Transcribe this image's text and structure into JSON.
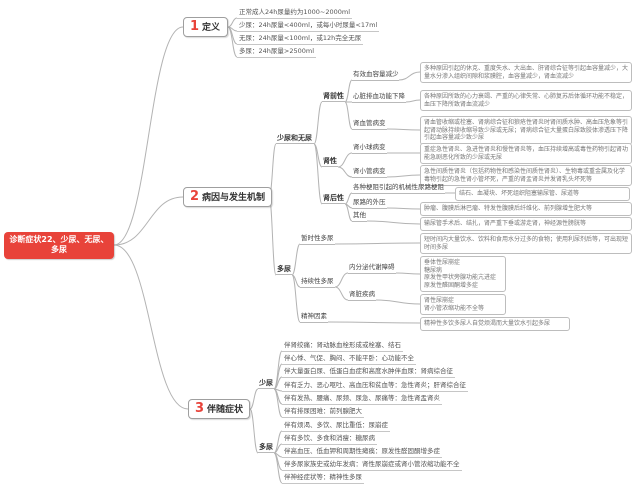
{
  "root": {
    "title": "诊断症状22、少尿、无尿、多尿"
  },
  "colors": {
    "root_bg": "#e8433a",
    "branch_number": "#e8433a",
    "connector_line": "#b3b3b3"
  },
  "branches": {
    "definition": {
      "num": "1",
      "label": "定义",
      "items": [
        "正常成人24h尿量约为1000~2000ml",
        "少尿：24h尿量<400ml，或每小时尿量<17ml",
        "无尿：24h尿量<100ml，或12h完全无尿",
        "多尿：24h尿量>2500ml"
      ]
    },
    "etiology": {
      "num": "2",
      "label": "病因与发生机制",
      "oliguria_anuria": {
        "label": "少尿和无尿",
        "prerenal": {
          "label": "肾前性",
          "children": [
            {
              "label": "有效血容量减少",
              "detail": "多种原因引起的休克、重度失水、大出血、肝肾综合征等引起血容量减少，大量水分渗入组织间隙和浆膜腔，血容量减少，肾血流减少"
            },
            {
              "label": "心脏排血功能下降",
              "detail": "各种原因所致的心力衰竭、严重的心律失常、心肺复苏后体循环功能不稳定，血压下降所致肾血流减少"
            },
            {
              "label": "肾血管病变",
              "detail": "肾血管收缩或栓塞、肾病综合征和狼疮性肾炎时肾间质水肿、高血压危象等引起肾动脉持续收缩导致少尿或无尿；肾病综合征大量蛋白尿致胶体渗透压下降引起血容量减少致少尿"
            }
          ]
        },
        "renal": {
          "label": "肾性",
          "children": [
            {
              "label": "肾小球病变",
              "detail": "重症急性肾炎、急进性肾炎和慢性肾炎等，血压持续增高或毒性药物引起肾功能急剧恶化所致的少尿或无尿"
            },
            {
              "label": "肾小管病变",
              "detail": "急性间质性肾炎（包括药物性和感染性间质性肾炎）、生物毒或重金属及化学毒物引起的急性肾小管坏死，严重的肾盂肾炎并发肾乳头坏死等"
            }
          ]
        },
        "postrenal": {
          "label": "肾后性",
          "children": [
            {
              "label": "各种梗阻引起的机械性尿路梗阻",
              "detail": "结石、血凝块、坏死组织阻塞输尿管、尿道等"
            },
            {
              "label": "尿路的外压",
              "detail": "肿瘤、腹膜后淋巴瘤、特发性腹膜后纤维化、前列腺增生肥大等"
            },
            {
              "label": "其他",
              "detail": "输尿管手术后、结扎，肾严重下垂或游走肾，神经源性膀胱等"
            }
          ]
        }
      },
      "polyuria": {
        "label": "多尿",
        "temporary": {
          "label": "暂时性多尿",
          "detail": "短时间内大量饮水、饮料和食用水分过多的食物；使用利尿剂后等，可出现短时间多尿"
        },
        "persistent": {
          "label": "持续性多尿",
          "children": [
            {
              "label": "内分泌代谢障碍",
              "items": [
                "垂体性尿崩症",
                "糖尿病",
                "原发性甲状旁腺功能亢进症",
                "原发性醛固酮增多症"
              ]
            },
            {
              "label": "肾脏疾病",
              "items": [
                "肾性尿崩症",
                "肾小管浓缩功能不全等"
              ]
            }
          ]
        },
        "mental": {
          "label": "精神因素",
          "detail": "精神性多饮多尿人自觉烦渴而大量饮水引起多尿"
        }
      }
    },
    "accompanying": {
      "num": "3",
      "label": "伴随症状",
      "oliguria": {
        "label": "少尿",
        "items": [
          "伴肾绞痛：肾动脉血栓形成或栓塞、结石",
          "伴心悸、气促、胸闷、不能平卧：心功能不全",
          "伴大量蛋白尿、低蛋白血症和高度水肿伴血尿：肾病综合征",
          "伴有乏力、恶心呕吐、高血压和贫血等：急性肾炎；肝肾综合征",
          "伴有发热、腰痛、尿频、尿急、尿痛等：急性肾盂肾炎",
          "伴有排尿困难：前列腺肥大"
        ]
      },
      "polyuria": {
        "label": "多尿",
        "items": [
          "伴有烦渴、多饮、尿比重低：尿崩症",
          "伴有多饮、多食和消瘦：糖尿病",
          "伴高血压、低血钾和周期性瘫痪：原发性醛固酮增多症",
          "伴多尿家族史或幼年发病：肾性尿崩症或肾小管浓缩功能不全",
          "伴神经症状等：精神性多尿"
        ]
      }
    }
  }
}
